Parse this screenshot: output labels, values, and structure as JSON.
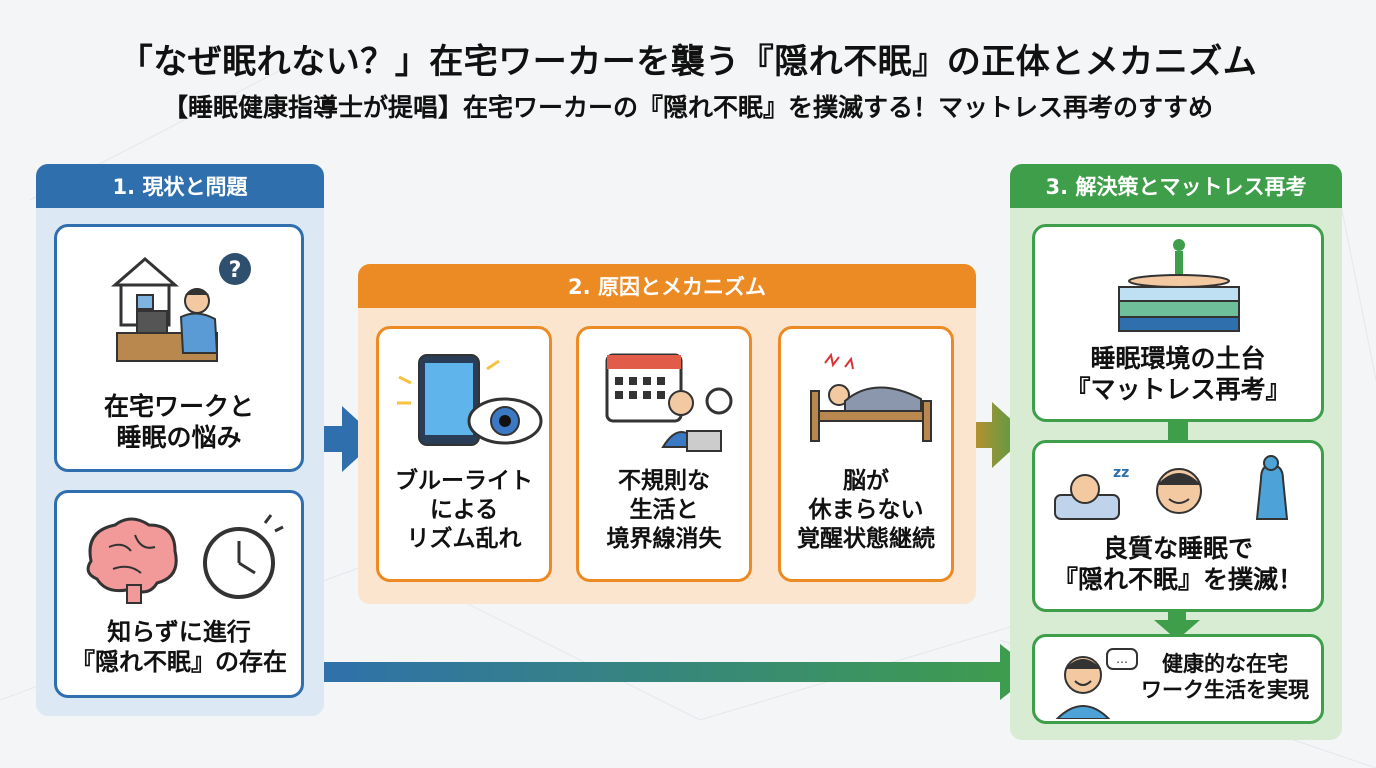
{
  "header": {
    "title": "「なぜ眠れない？」在宅ワーカーを襲う『隠れ不眠』の正体とメカニズム",
    "subtitle": "【睡眠健康指導士が提唱】在宅ワーカーの『隠れ不眠』を撲滅する！マットレス再考のすすめ"
  },
  "section1": {
    "heading": "1. 現状と問題",
    "card1": {
      "line1": "在宅ワークと",
      "line2": "睡眠の悩み",
      "icon": "home-worker-icon"
    },
    "card2": {
      "line1": "知らずに進行",
      "line2": "『隠れ不眠』の存在",
      "icon": "brain-clock-icon"
    }
  },
  "section2": {
    "heading": "2. 原因とメカニズム",
    "card1": {
      "line1": "ブルーライト",
      "line2": "による",
      "line3": "リズム乱れ",
      "icon": "tablet-eye-icon"
    },
    "card2": {
      "line1": "不規則な",
      "line2": "生活と",
      "line3": "境界線消失",
      "icon": "calendar-worker-icon"
    },
    "card3": {
      "line1": "脳が",
      "line2": "休まらない",
      "line3": "覚醒状態継続",
      "icon": "bed-awake-icon"
    }
  },
  "section3": {
    "heading": "3. 解決策とマットレス再考",
    "card1": {
      "line1": "睡眠環境の土台",
      "line2": "『マットレス再考』",
      "icon": "mattress-icon"
    },
    "card2": {
      "line1": "良質な睡眠で",
      "line2": "『隠れ不眠』を撲滅！",
      "icon": "good-sleep-icon"
    },
    "card3": {
      "line1": "健康的な在宅",
      "line2": "ワーク生活を実現",
      "icon": "happy-person-icon"
    }
  },
  "colors": {
    "blue": "#2f6fae",
    "orange": "#ec8a24",
    "green": "#3f9e4a"
  }
}
